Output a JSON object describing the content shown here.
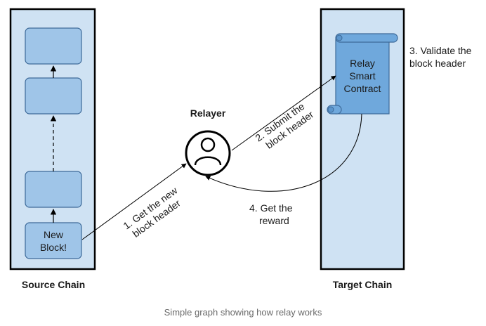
{
  "diagram": {
    "source_chain": {
      "label": "Source Chain",
      "new_block_line1": "New",
      "new_block_line2": "Block!"
    },
    "target_chain": {
      "label": "Target Chain"
    },
    "relayer": {
      "label": "Relayer",
      "icon": "person-icon"
    },
    "contract": {
      "line1": "Relay",
      "line2": "Smart",
      "line3": "Contract",
      "icon": "scroll-icon"
    },
    "steps": {
      "step1_line1": "1. Get the new",
      "step1_line2": "block header",
      "step2_line1": "2. Submit the",
      "step2_line2": "block header",
      "step3_line1": "3. Validate the",
      "step3_line2": "block header",
      "step4_line1": "4. Get the",
      "step4_line2": "reward"
    }
  },
  "caption": "Simple graph showing how relay works",
  "colors": {
    "chain_fill": "#cfe2f3",
    "block_fill": "#9fc5e8",
    "block_stroke": "#3d6a99",
    "contract_fill": "#6fa8dc",
    "outline": "#000000"
  }
}
